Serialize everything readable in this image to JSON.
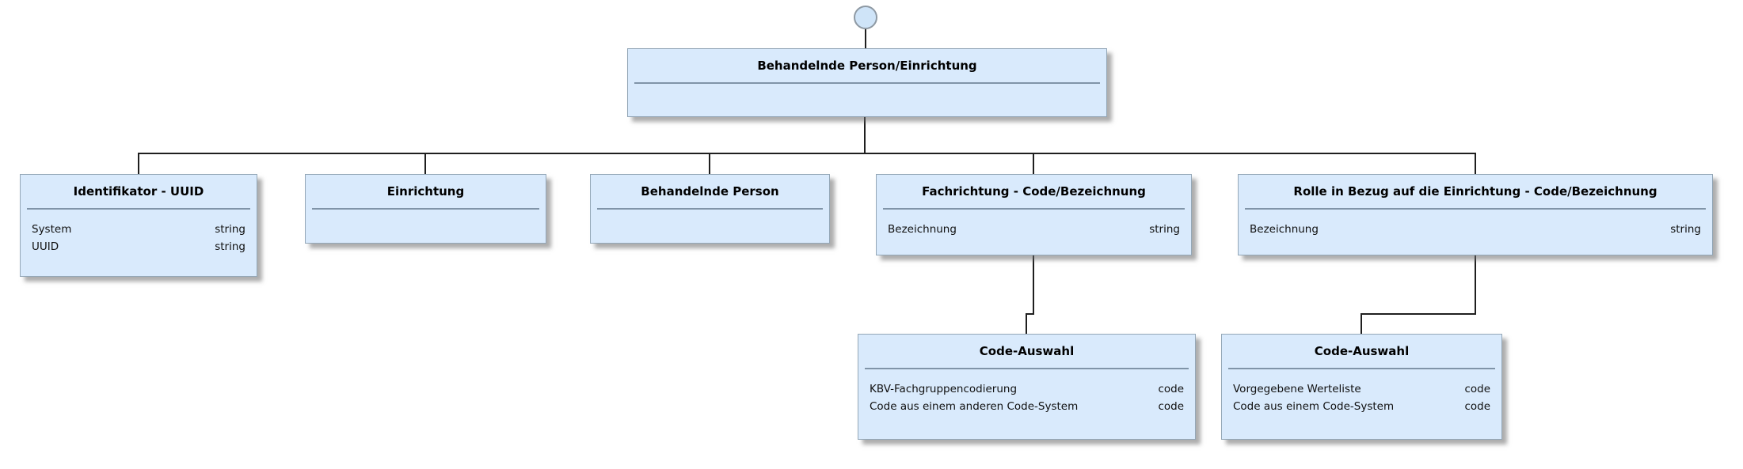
{
  "root": {
    "title": "Behandelnde Person/Einrichtung"
  },
  "children": {
    "identifikator": {
      "title": "Identifikator - UUID",
      "fields": [
        {
          "name": "System",
          "type": "string"
        },
        {
          "name": "UUID",
          "type": "string"
        }
      ]
    },
    "einrichtung": {
      "title": "Einrichtung",
      "fields": []
    },
    "behandelnde_person": {
      "title": "Behandelnde Person",
      "fields": []
    },
    "fachrichtung": {
      "title": "Fachrichtung - Code/Bezeichnung",
      "fields": [
        {
          "name": "Bezeichnung",
          "type": "string"
        }
      ]
    },
    "rolle": {
      "title": "Rolle in Bezug auf die Einrichtung - Code/Bezeichnung",
      "fields": [
        {
          "name": "Bezeichnung",
          "type": "string"
        }
      ]
    }
  },
  "code_auswahl": {
    "fachrichtung": {
      "title": "Code-Auswahl",
      "fields": [
        {
          "name": "KBV-Fachgruppencodierung",
          "type": "code"
        },
        {
          "name": "Code aus einem anderen Code-System",
          "type": "code"
        }
      ]
    },
    "rolle": {
      "title": "Code-Auswahl",
      "fields": [
        {
          "name": "Vorgegebene Werteliste",
          "type": "code"
        },
        {
          "name": "Code aus einem Code-System",
          "type": "code"
        }
      ]
    }
  },
  "colors": {
    "node_fill": "#d9eafc",
    "node_border": "#94a7b7",
    "separator": "#8094a8",
    "connector": "#1f1f1f",
    "circle_fill": "#cfe4f8",
    "background": "#ffffff"
  }
}
